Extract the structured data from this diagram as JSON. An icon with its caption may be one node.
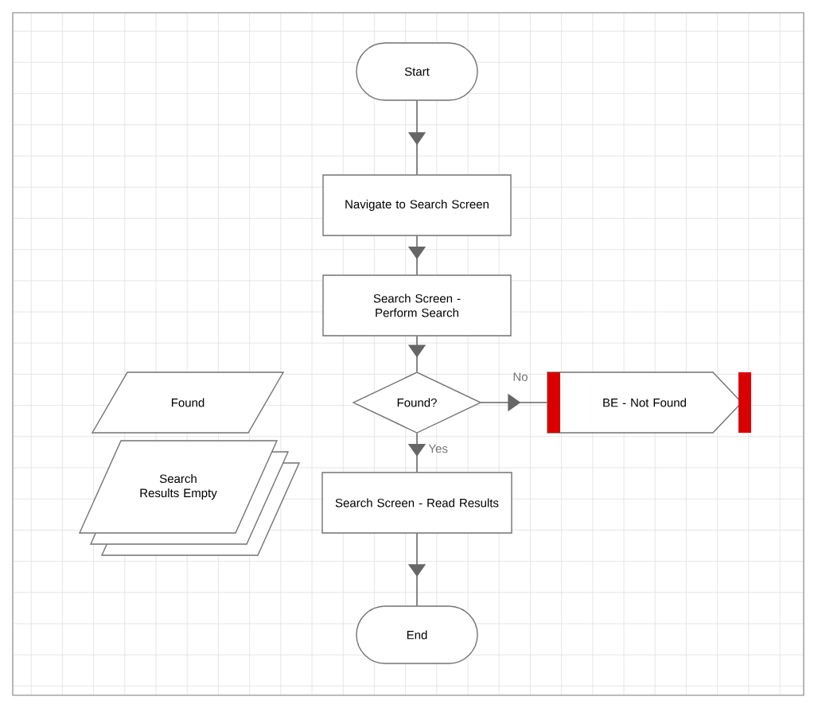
{
  "diagram": {
    "nodes": [
      {
        "text": [
          "Start"
        ]
      },
      {
        "text": [
          "Navigate to Search Screen"
        ]
      },
      {
        "text": [
          "Search Screen - Perform Search"
        ]
      },
      {
        "text": [
          "Found"
        ]
      },
      {
        "text": [
          "Found?"
        ]
      },
      {
        "text": [
          "BE - Not Found"
        ]
      },
      {
        "text": [
          "Search Results Empty"
        ]
      },
      {
        "text": [
          "Search Screen - Read Results"
        ]
      },
      {
        "text": [
          "End"
        ]
      }
    ],
    "edges": [
      {
        "from": 0,
        "to": 1,
        "arrow": "to"
      },
      {
        "from": 1,
        "to": 2,
        "arrow": "to"
      },
      {
        "from": 2,
        "to": 4,
        "arrow": "to"
      },
      {
        "from": 4,
        "to": 5,
        "arrow": "to",
        "label": "No"
      },
      {
        "from": 4,
        "to": 7,
        "arrow": "to",
        "label": "Yes"
      },
      {
        "from": 7,
        "to": 8,
        "arrow": "to"
      }
    ]
  }
}
